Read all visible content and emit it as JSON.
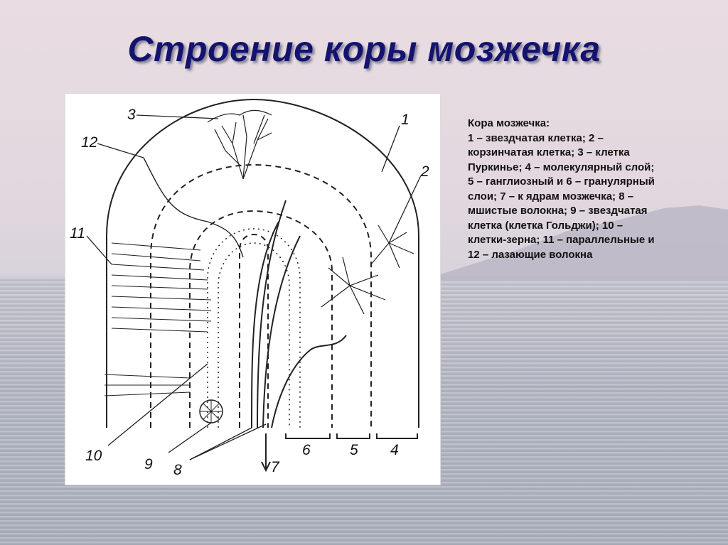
{
  "slide": {
    "title": "Строение коры мозжечка"
  },
  "legend": {
    "lines": [
      "Кора мозжечка:",
      "1 – звездчатая клетка; 2 –",
      "корзинчатая клетка; 3 – клетка",
      "Пуркинье; 4 – молекулярный слой;",
      "5 – ганглиозный и 6 – гранулярный",
      "слои; 7 – к ядрам мозжечка; 8 –",
      "мшистые волокна; 9 – звездчатая",
      "клетка (клетка Гольджи); 10 –",
      "клетки-зерна; 11 – параллельные и",
      "12 – лазающие волокна"
    ]
  },
  "figure": {
    "labels": {
      "l1": "1",
      "l2": "2",
      "l3": "3",
      "l4": "4",
      "l5": "5",
      "l6": "6",
      "l7": "7",
      "l8": "8",
      "l9": "9",
      "l10": "10",
      "l11": "11",
      "l12": "12"
    }
  }
}
